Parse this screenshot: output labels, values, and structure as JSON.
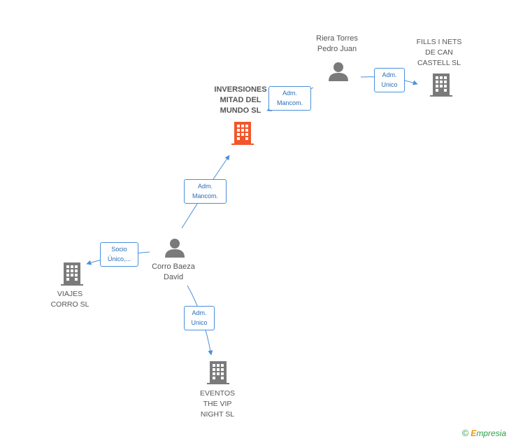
{
  "nodes": {
    "inversiones": {
      "label": "INVERSIONES\nMITAD DEL\nMUNDO SL",
      "type": "company",
      "highlight": true
    },
    "riera": {
      "label": "Riera Torres\nPedro Juan",
      "type": "person"
    },
    "fills": {
      "label": "FILLS I NETS\nDE CAN\nCASTELL  SL",
      "type": "company"
    },
    "corro": {
      "label": "Corro Baeza\nDavid",
      "type": "person"
    },
    "viajes": {
      "label": "VIAJES\nCORRO SL",
      "type": "company"
    },
    "eventos": {
      "label": "EVENTOS\nTHE VIP\nNIGHT SL",
      "type": "company"
    }
  },
  "edges": {
    "riera_inversiones": {
      "line1": "Adm.",
      "line2": "Mancom."
    },
    "riera_fills": {
      "line1": "Adm.",
      "line2": "Unico"
    },
    "corro_inversiones": {
      "line1": "Adm.",
      "line2": "Mancom."
    },
    "corro_viajes": {
      "line1": "Socio",
      "line2": "Único,..."
    },
    "corro_eventos": {
      "line1": "Adm.",
      "line2": "Unico"
    }
  },
  "colors": {
    "edge": "#4a90d9",
    "company": "#7a7a7a",
    "company_highlight": "#f2562a",
    "person": "#7a7a7a"
  },
  "watermark": {
    "copyright": "©",
    "brand_initial": "E",
    "brand_rest": "mpresia"
  }
}
